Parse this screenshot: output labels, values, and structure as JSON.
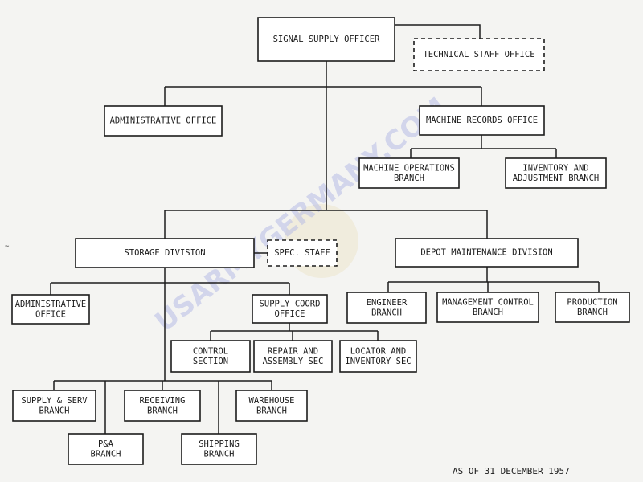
{
  "nodes": [
    {
      "id": "signal-supply-officer",
      "lines": [
        "SIGNAL SUPPLY OFFICER"
      ],
      "style": "solid"
    },
    {
      "id": "technical-staff-office",
      "lines": [
        "TECHNICAL STAFF OFFICE"
      ],
      "style": "dashed"
    },
    {
      "id": "administrative-office-top",
      "lines": [
        "ADMINISTRATIVE OFFICE"
      ],
      "style": "solid"
    },
    {
      "id": "machine-records-office",
      "lines": [
        "MACHINE RECORDS OFFICE"
      ],
      "style": "solid"
    },
    {
      "id": "machine-operations-branch",
      "lines": [
        "MACHINE OPERATIONS",
        "BRANCH"
      ],
      "style": "solid"
    },
    {
      "id": "inventory-adjustment-branch",
      "lines": [
        "INVENTORY AND",
        "ADJUSTMENT BRANCH"
      ],
      "style": "solid"
    },
    {
      "id": "storage-division",
      "lines": [
        "STORAGE DIVISION"
      ],
      "style": "solid"
    },
    {
      "id": "spec-staff",
      "lines": [
        "SPEC. STAFF"
      ],
      "style": "dashed"
    },
    {
      "id": "depot-maintenance-division",
      "lines": [
        "DEPOT MAINTENANCE DIVISION"
      ],
      "style": "solid"
    },
    {
      "id": "administrative-office-storage",
      "lines": [
        "ADMINISTRATIVE",
        "OFFICE"
      ],
      "style": "solid"
    },
    {
      "id": "supply-coord-office",
      "lines": [
        "SUPPLY COORD",
        "OFFICE"
      ],
      "style": "solid"
    },
    {
      "id": "engineer-branch",
      "lines": [
        "ENGINEER",
        "BRANCH"
      ],
      "style": "solid"
    },
    {
      "id": "management-control-branch",
      "lines": [
        "MANAGEMENT CONTROL",
        "BRANCH"
      ],
      "style": "solid"
    },
    {
      "id": "production-branch",
      "lines": [
        "PRODUCTION",
        "BRANCH"
      ],
      "style": "solid"
    },
    {
      "id": "control-section",
      "lines": [
        "CONTROL",
        "SECTION"
      ],
      "style": "solid"
    },
    {
      "id": "repair-assembly-sec",
      "lines": [
        "REPAIR AND",
        "ASSEMBLY SEC"
      ],
      "style": "solid"
    },
    {
      "id": "locator-inventory-sec",
      "lines": [
        "LOCATOR AND",
        "INVENTORY SEC"
      ],
      "style": "solid"
    },
    {
      "id": "supply-serv-branch",
      "lines": [
        "SUPPLY & SERV",
        "BRANCH"
      ],
      "style": "solid"
    },
    {
      "id": "receiving-branch",
      "lines": [
        "RECEIVING",
        "BRANCH"
      ],
      "style": "solid"
    },
    {
      "id": "warehouse-branch",
      "lines": [
        "WAREHOUSE",
        "BRANCH"
      ],
      "style": "solid"
    },
    {
      "id": "pa-branch",
      "lines": [
        "P&A",
        "BRANCH"
      ],
      "style": "solid"
    },
    {
      "id": "shipping-branch",
      "lines": [
        "SHIPPING",
        "BRANCH"
      ],
      "style": "solid"
    }
  ],
  "watermark": "USARMYGERMANY.COM",
  "stray_mark": "~",
  "date_note": "AS OF 31 DECEMBER 1957"
}
